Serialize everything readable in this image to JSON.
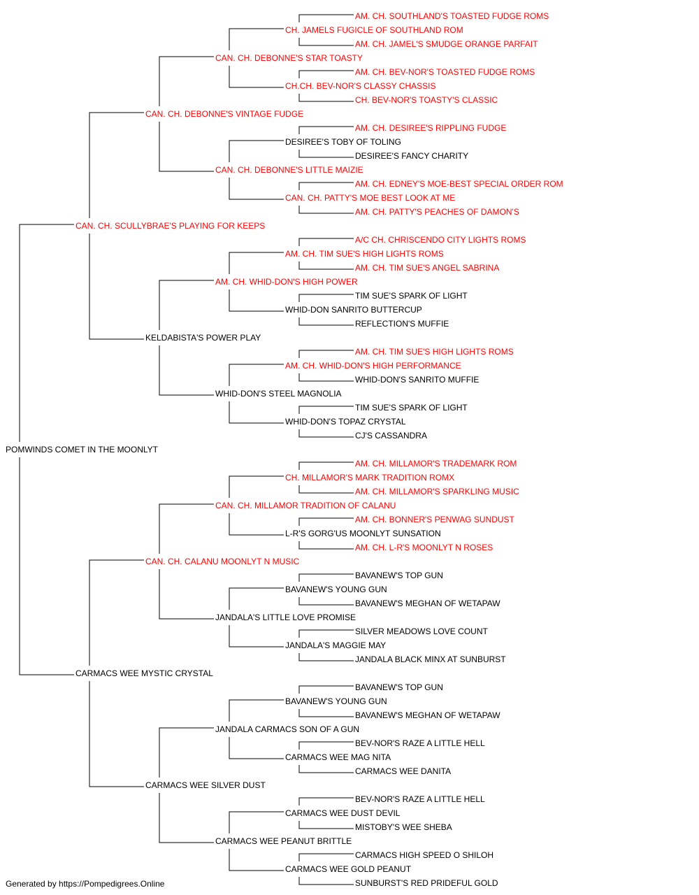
{
  "colors": {
    "champion": "#ff0000",
    "regular": "#000000",
    "line": "#000000"
  },
  "footer": "Generated by https://Pompedigrees.Online",
  "pedigree": {
    "name": "POMWINDS COMET IN THE MOONLYT",
    "ch": false,
    "sire": {
      "name": "CAN. CH. SCULLYBRAE'S PLAYING FOR KEEPS",
      "ch": true,
      "sire": {
        "name": "CAN. CH. DEBONNE'S VINTAGE FUDGE",
        "ch": true,
        "sire": {
          "name": "CAN. CH. DEBONNE'S STAR TOASTY",
          "ch": true,
          "sire": {
            "name": "CH. JAMELS FUGICLE OF SOUTHLAND ROM",
            "ch": true,
            "sire": {
              "name": "AM. CH. SOUTHLAND'S TOASTED FUDGE ROMS",
              "ch": true
            },
            "dam": {
              "name": "AM. CH. JAMEL'S SMUDGE ORANGE PARFAIT",
              "ch": true
            }
          },
          "dam": {
            "name": "CH.CH. BEV-NOR'S CLASSY CHASSIS",
            "ch": true,
            "sire": {
              "name": "AM. CH. BEV-NOR'S TOASTED FUDGE ROMS",
              "ch": true
            },
            "dam": {
              "name": "CH. BEV-NOR'S TOASTY'S CLASSIC",
              "ch": true
            }
          }
        },
        "dam": {
          "name": "CAN. CH. DEBONNE'S LITTLE MAIZIE",
          "ch": true,
          "sire": {
            "name": "DESIREE'S TOBY OF TOLING",
            "ch": false,
            "sire": {
              "name": "AM. CH. DESIREE'S RIPPLING FUDGE",
              "ch": true
            },
            "dam": {
              "name": "DESIREE'S FANCY CHARITY",
              "ch": false
            }
          },
          "dam": {
            "name": "CAN. CH. PATTY'S MOE BEST LOOK AT ME",
            "ch": true,
            "sire": {
              "name": "AM. CH. EDNEY'S MOE-BEST SPECIAL ORDER ROM",
              "ch": true
            },
            "dam": {
              "name": "AM. CH. PATTY'S PEACHES OF DAMON'S",
              "ch": true
            }
          }
        }
      },
      "dam": {
        "name": "KELDABISTA'S POWER PLAY",
        "ch": false,
        "sire": {
          "name": "AM. CH. WHID-DON'S HIGH POWER",
          "ch": true,
          "sire": {
            "name": "AM. CH. TIM SUE'S HIGH LIGHTS ROMS",
            "ch": true,
            "sire": {
              "name": "A/C CH. CHRISCENDO CITY LIGHTS ROMS",
              "ch": true
            },
            "dam": {
              "name": "AM. CH. TIM SUE'S ANGEL SABRINA",
              "ch": true
            }
          },
          "dam": {
            "name": "WHID-DON SANRITO BUTTERCUP",
            "ch": false,
            "sire": {
              "name": "TIM SUE'S SPARK OF LIGHT",
              "ch": false
            },
            "dam": {
              "name": "REFLECTION'S MUFFIE",
              "ch": false
            }
          }
        },
        "dam": {
          "name": "WHID-DON'S STEEL MAGNOLIA",
          "ch": false,
          "sire": {
            "name": "AM. CH. WHID-DON'S HIGH PERFORMANCE",
            "ch": true,
            "sire": {
              "name": "AM. CH. TIM SUE'S HIGH LIGHTS ROMS",
              "ch": true
            },
            "dam": {
              "name": "WHID-DON'S SANRITO MUFFIE",
              "ch": false
            }
          },
          "dam": {
            "name": "WHID-DON'S TOPAZ CRYSTAL",
            "ch": false,
            "sire": {
              "name": "TIM SUE'S SPARK OF LIGHT",
              "ch": false
            },
            "dam": {
              "name": "CJ'S CASSANDRA",
              "ch": false
            }
          }
        }
      }
    },
    "dam": {
      "name": "CARMACS WEE MYSTIC CRYSTAL",
      "ch": false,
      "sire": {
        "name": "CAN. CH. CALANU MOONLYT N MUSIC",
        "ch": true,
        "sire": {
          "name": "CAN. CH. MILLAMOR TRADITION OF CALANU",
          "ch": true,
          "sire": {
            "name": "CH. MILLAMOR'S MARK TRADITION ROMX",
            "ch": true,
            "sire": {
              "name": "AM. CH. MILLAMOR'S TRADEMARK ROM",
              "ch": true
            },
            "dam": {
              "name": "AM. CH. MILLAMOR'S SPARKLING MUSIC",
              "ch": true
            }
          },
          "dam": {
            "name": "L-R'S GORG'US MOONLYT SUNSATION",
            "ch": false,
            "sire": {
              "name": "AM. CH. BONNER'S PENWAG SUNDUST",
              "ch": true
            },
            "dam": {
              "name": "AM. CH. L-R'S MOONLYT N ROSES",
              "ch": true
            }
          }
        },
        "dam": {
          "name": "JANDALA'S LITTLE LOVE PROMISE",
          "ch": false,
          "sire": {
            "name": "BAVANEW'S YOUNG GUN",
            "ch": false,
            "sire": {
              "name": "BAVANEW'S TOP GUN",
              "ch": false
            },
            "dam": {
              "name": "BAVANEW'S MEGHAN OF WETAPAW",
              "ch": false
            }
          },
          "dam": {
            "name": "JANDALA'S MAGGIE MAY",
            "ch": false,
            "sire": {
              "name": "SILVER MEADOWS LOVE COUNT",
              "ch": false
            },
            "dam": {
              "name": "JANDALA BLACK MINX AT SUNBURST",
              "ch": false
            }
          }
        }
      },
      "dam": {
        "name": "CARMACS WEE SILVER DUST",
        "ch": false,
        "sire": {
          "name": "JANDALA CARMACS SON OF A GUN",
          "ch": false,
          "sire": {
            "name": "BAVANEW'S YOUNG GUN",
            "ch": false,
            "sire": {
              "name": "BAVANEW'S TOP GUN",
              "ch": false
            },
            "dam": {
              "name": "BAVANEW'S MEGHAN OF WETAPAW",
              "ch": false
            }
          },
          "dam": {
            "name": "CARMACS WEE MAG NITA",
            "ch": false,
            "sire": {
              "name": "BEV-NOR'S RAZE A LITTLE HELL",
              "ch": false
            },
            "dam": {
              "name": "CARMACS WEE DANITA",
              "ch": false
            }
          }
        },
        "dam": {
          "name": "CARMACS WEE PEANUT BRITTLE",
          "ch": false,
          "sire": {
            "name": "CARMACS WEE DUST DEVIL",
            "ch": false,
            "sire": {
              "name": "BEV-NOR'S RAZE A LITTLE HELL",
              "ch": false
            },
            "dam": {
              "name": "MISTOBY'S WEE SHEBA",
              "ch": false
            }
          },
          "dam": {
            "name": "CARMACS WEE GOLD PEANUT",
            "ch": false,
            "sire": {
              "name": "CARMACS HIGH SPEED O SHILOH",
              "ch": false
            },
            "dam": {
              "name": "SUNBURST'S RED PRIDEFUL GOLD",
              "ch": false
            }
          }
        }
      }
    }
  }
}
